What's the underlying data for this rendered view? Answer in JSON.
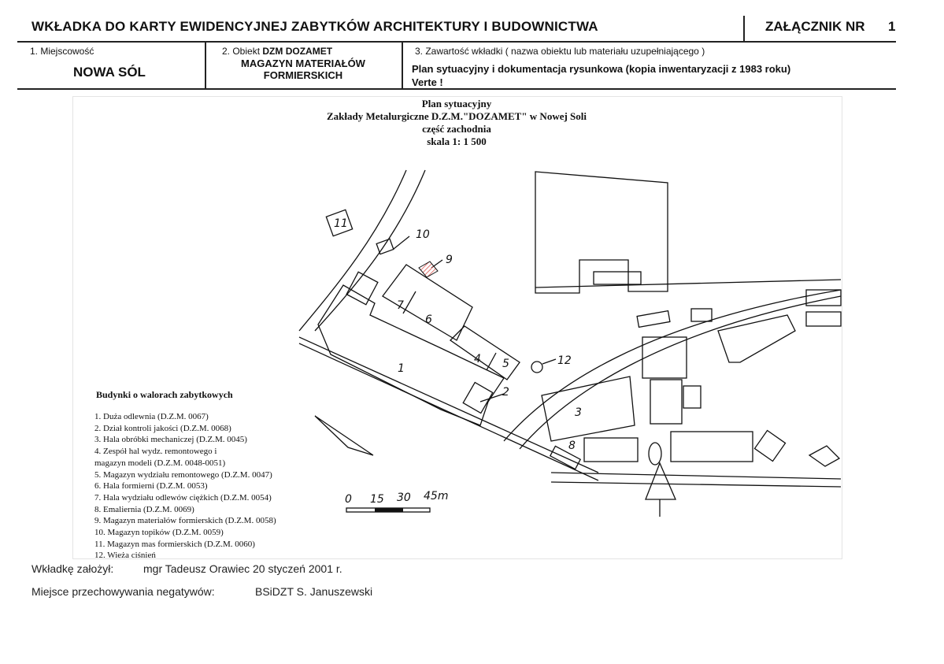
{
  "header": {
    "title": "WKŁADKA DO KARTY EWIDENCYJNEJ ZABYTKÓW ARCHITEKTURY I BUDOWNICTWA",
    "annex_label": "ZAŁĄCZNIK NR",
    "annex_number": "1"
  },
  "fields": {
    "locality_label": "1. Miejscowość",
    "locality_value": "NOWA SÓL",
    "object_label": "2. Obiekt",
    "object_code": "DZM DOZAMET",
    "object_value": "MAGAZYN MATERIAŁÓW FORMIERSKICH",
    "contents_label": "3. Zawartość wkładki ( nazwa obiektu lub materiału uzupełniającego )",
    "contents_value_1": "Plan sytuacyjny i dokumentacja rysunkowa (kopia inwentaryzacji z 1983 roku)",
    "contents_value_2": "Verte !"
  },
  "plan": {
    "title_1": "Plan sytuacyjny",
    "title_2": "Zakłady Metalurgiczne D.Z.M.\"DOZAMET\" w Nowej Soli",
    "title_3": "część zachodnia",
    "title_4": "skala 1: 1 500",
    "scale_labels": [
      "0",
      "15",
      "30",
      "45m"
    ],
    "building_numbers": [
      "1",
      "2",
      "3",
      "4",
      "5",
      "6",
      "7",
      "8",
      "9",
      "10",
      "11",
      "12"
    ]
  },
  "legend": {
    "heading": "Budynki o walorach zabytkowych",
    "items": [
      "1. Duża odlewnia (D.Z.M. 0067)",
      "2. Dział kontroli jakości (D.Z.M. 0068)",
      "3. Hala obróbki mechaniczej (D.Z.M. 0045)",
      "4. Zespół hal wydz. remontowego i",
      "magazyn modeli (D.Z.M. 0048-0051)",
      "5. Magazyn wydziału remontowego (D.Z.M. 0047)",
      "6. Hala formierni (D.Z.M. 0053)",
      "7. Hala wydziału odlewów ciężkich (D.Z.M. 0054)",
      "8. Emaliernia (D.Z.M. 0069)",
      "9. Magazyn materiałów formierskich (D.Z.M. 0058)",
      "10. Magazyn topików (D.Z.M. 0059)",
      "11. Magazyn mas formierskich (D.Z.M. 0060)",
      "12. Wieża ciśnień"
    ]
  },
  "footer": {
    "created_label": "Wkładkę założył:",
    "created_value": "mgr Tadeusz Orawiec 20 styczeń 2001 r.",
    "storage_label": "Miejsce przechowywania negatywów:",
    "storage_value": "BSiDZT S. Januszewski"
  },
  "colors": {
    "ink": "#111111",
    "hatch": "#d9534f"
  }
}
